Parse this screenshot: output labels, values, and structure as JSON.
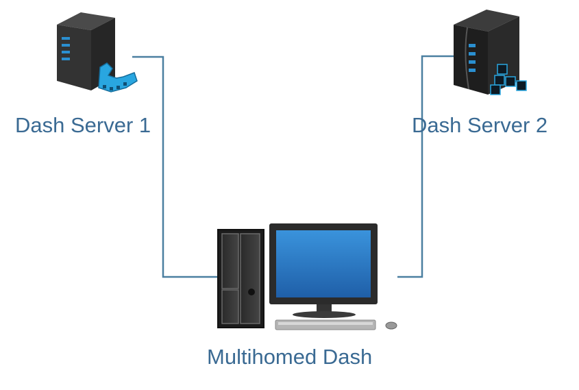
{
  "diagram": {
    "nodes": [
      {
        "id": "server1",
        "label": "Dash Server 1",
        "icon": "media-server-icon"
      },
      {
        "id": "server2",
        "label": "Dash Server 2",
        "icon": "media-server-icon"
      },
      {
        "id": "client",
        "label": "Multihomed Dash",
        "icon": "desktop-computer-icon"
      }
    ],
    "edges": [
      {
        "from": "server1",
        "to": "client"
      },
      {
        "from": "server2",
        "to": "client"
      }
    ],
    "colors": {
      "connector": "#4a7fa0",
      "label": "#3a6a93",
      "accent": "#2a9fd6",
      "screen": "#2e7fcb"
    }
  }
}
